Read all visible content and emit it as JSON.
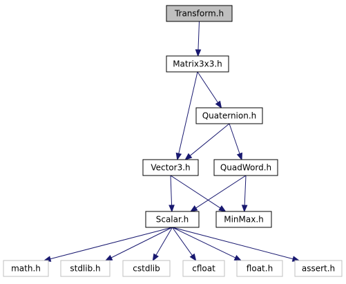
{
  "diagram": {
    "nodes": [
      {
        "id": "transform",
        "label": "Transform.h",
        "kind": "main"
      },
      {
        "id": "matrix3x3",
        "label": "Matrix3x3.h",
        "kind": "internal"
      },
      {
        "id": "quaternion",
        "label": "Quaternion.h",
        "kind": "internal"
      },
      {
        "id": "vector3",
        "label": "Vector3.h",
        "kind": "internal"
      },
      {
        "id": "quadword",
        "label": "QuadWord.h",
        "kind": "internal"
      },
      {
        "id": "scalar",
        "label": "Scalar.h",
        "kind": "internal"
      },
      {
        "id": "minmax",
        "label": "MinMax.h",
        "kind": "internal"
      },
      {
        "id": "math",
        "label": "math.h",
        "kind": "external"
      },
      {
        "id": "stdlib",
        "label": "stdlib.h",
        "kind": "external"
      },
      {
        "id": "cstdlib",
        "label": "cstdlib",
        "kind": "external"
      },
      {
        "id": "cfloat",
        "label": "cfloat",
        "kind": "external"
      },
      {
        "id": "float",
        "label": "float.h",
        "kind": "external"
      },
      {
        "id": "assert",
        "label": "assert.h",
        "kind": "external"
      }
    ],
    "edges": [
      {
        "from": "transform",
        "to": "matrix3x3"
      },
      {
        "from": "matrix3x3",
        "to": "vector3"
      },
      {
        "from": "matrix3x3",
        "to": "quaternion"
      },
      {
        "from": "quaternion",
        "to": "vector3"
      },
      {
        "from": "quaternion",
        "to": "quadword"
      },
      {
        "from": "vector3",
        "to": "scalar"
      },
      {
        "from": "vector3",
        "to": "minmax"
      },
      {
        "from": "quadword",
        "to": "scalar"
      },
      {
        "from": "quadword",
        "to": "minmax"
      },
      {
        "from": "scalar",
        "to": "math"
      },
      {
        "from": "scalar",
        "to": "stdlib"
      },
      {
        "from": "scalar",
        "to": "cstdlib"
      },
      {
        "from": "scalar",
        "to": "cfloat"
      },
      {
        "from": "scalar",
        "to": "float"
      },
      {
        "from": "scalar",
        "to": "assert"
      }
    ],
    "colors": {
      "edge": "#191970",
      "main_fill": "#bfbfbf",
      "node_border": "#000000",
      "external_border": "#bfbfbf"
    }
  }
}
